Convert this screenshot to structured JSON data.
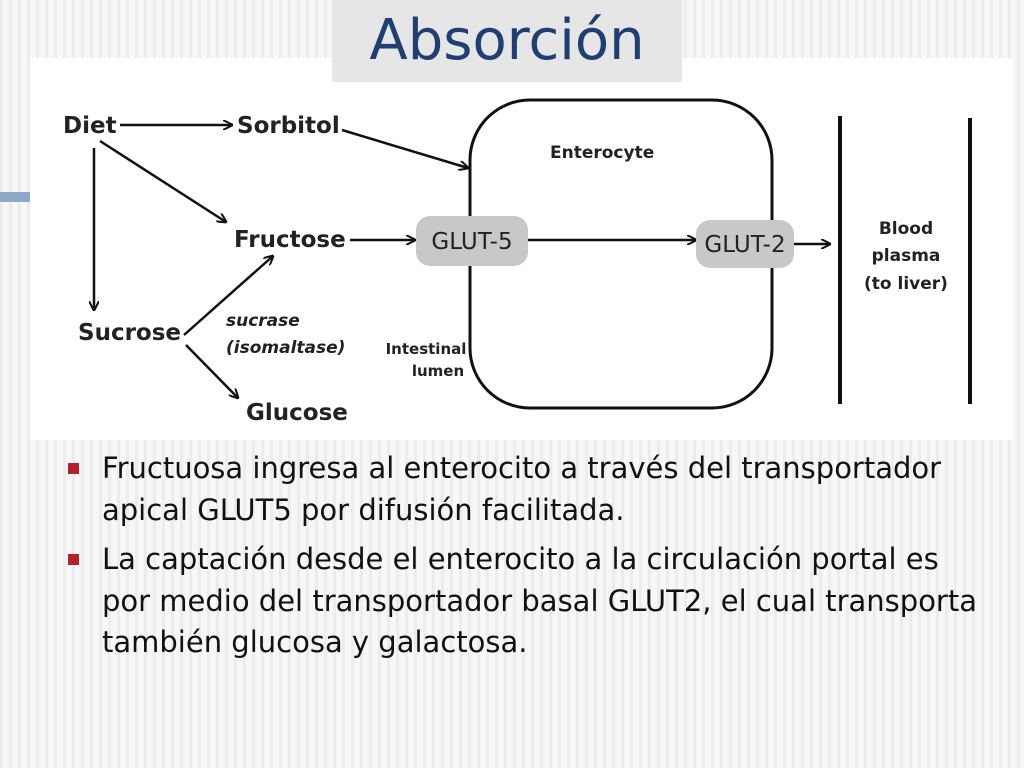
{
  "slide": {
    "title": "Absorción"
  },
  "diagram": {
    "nodes": {
      "diet": "Diet",
      "sorbitol": "Sorbitol",
      "fructose": "Fructose",
      "sucrose": "Sucrose",
      "glucose": "Glucose",
      "enzyme_line1": "sucrase",
      "enzyme_line2": "(isomaltase)",
      "enterocyte": "Enterocyte",
      "glut5": "GLUT-5",
      "glut2": "GLUT-2",
      "lumen_line1": "Intestinal",
      "lumen_line2": "lumen",
      "plasma_line1": "Blood",
      "plasma_line2": "plasma",
      "plasma_line3": "(to liver)"
    },
    "colors": {
      "transporter_fill": "#c8c8c8",
      "line": "#111111"
    }
  },
  "bullets": [
    "Fructuosa ingresa al enterocito a través del transportador apical GLUT5 por difusión facilitada.",
    "La captación desde el enterocito a la circulación portal es por medio del transportador basal GLUT2, el cual transporta también glucosa y galactosa."
  ],
  "colors": {
    "title": "#1f3f73",
    "bullet": "#b5202a",
    "accent_bar": "#8ea9c8"
  }
}
